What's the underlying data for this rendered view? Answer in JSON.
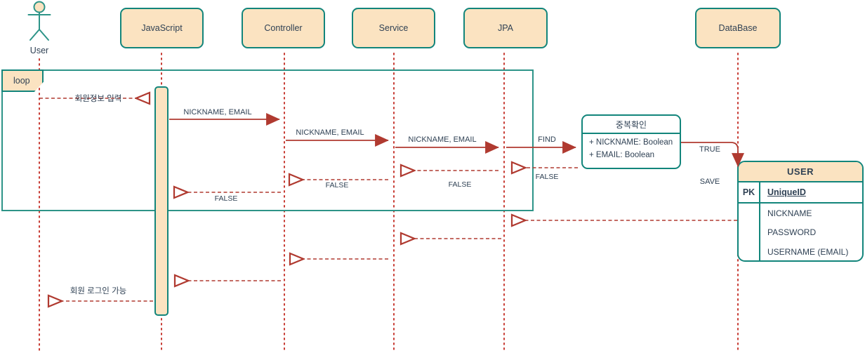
{
  "colors": {
    "teal_border": "#12857b",
    "peach_fill": "#fbe3c1",
    "arrow_red": "#b03a30",
    "lifeline_red": "#c73a32",
    "text": "#2f4154"
  },
  "actor": {
    "label": "User"
  },
  "participants": [
    {
      "label": "JavaScript"
    },
    {
      "label": "Controller"
    },
    {
      "label": "Service"
    },
    {
      "label": "JPA"
    },
    {
      "label": "DataBase"
    }
  ],
  "loop": {
    "label": "loop"
  },
  "labels": {
    "input_info": "회원정보 입력",
    "nickname_email": "NICKNAME, EMAIL",
    "find": "FIND",
    "false_label": "FALSE",
    "true_label": "TRUE",
    "save_label": "SAVE",
    "login_possible": "회원 로그인 가능"
  },
  "class_box": {
    "title": "중복확인",
    "members": [
      {
        "text": "+ NICKNAME: Boolean"
      },
      {
        "text": "+ EMAIL: Boolean"
      }
    ]
  },
  "user_table": {
    "title": "USER",
    "pk": "PK",
    "pk_field": "UniqueID",
    "fields": [
      {
        "name": "NICKNAME"
      },
      {
        "name": "PASSWORD"
      },
      {
        "name": "USERNAME (EMAIL)"
      }
    ]
  }
}
